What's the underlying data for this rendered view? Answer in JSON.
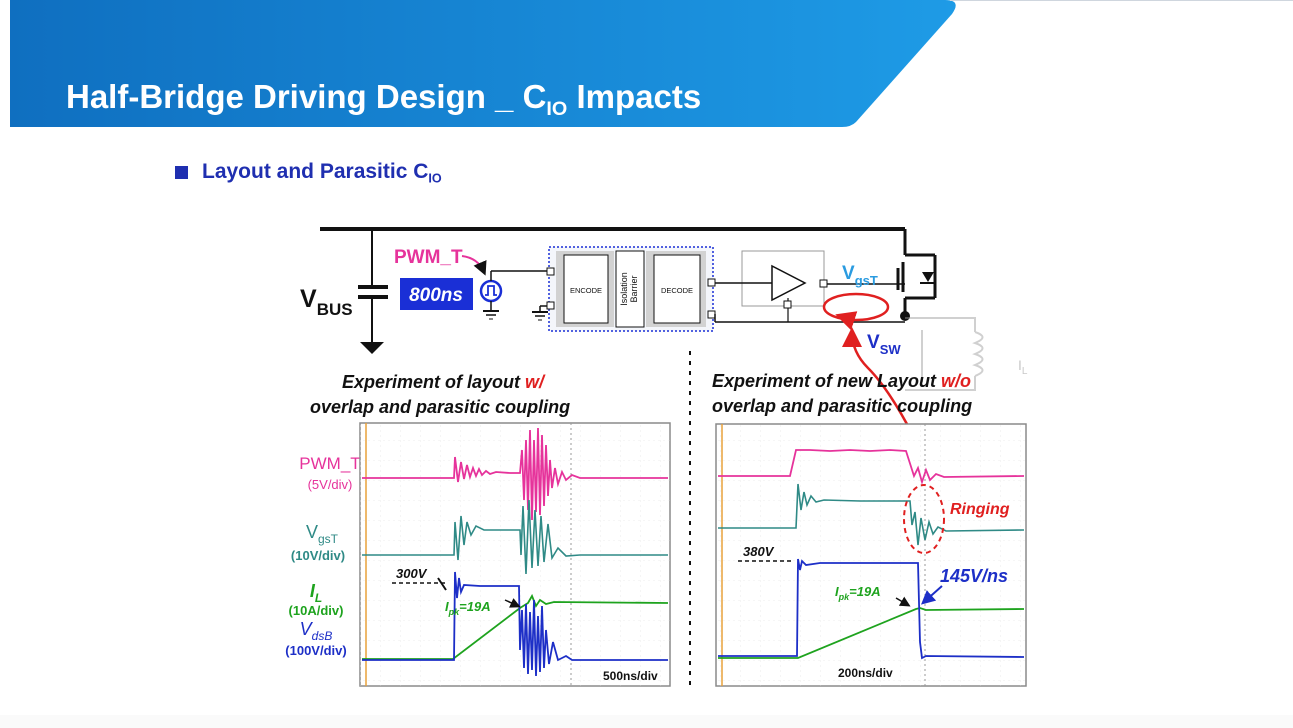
{
  "colors": {
    "banner_dark": "#0f6fc0",
    "banner_light": "#1e9be6",
    "title_text": "#ffffff",
    "bullet_blue": "#1f2fb0",
    "pwm_magenta": "#e6339b",
    "vgs_teal": "#2f8a86",
    "il_green": "#1ea31e",
    "vds_blue": "#1d2fc7",
    "ringing_red": "#e02020",
    "vgst_cyan": "#2a9be0"
  },
  "slide": {
    "title_main": "Half-Bridge Driving Design _ C",
    "title_sub": "IO",
    "title_tail": " Impacts",
    "bullet_main": "Layout and Parasitic C",
    "bullet_sub": "IO"
  },
  "schematic": {
    "vbus_label": "V",
    "vbus_sub": "BUS",
    "pwm_label": "PWM_T",
    "pulse_width": "800ns",
    "encode": "ENCODE",
    "isolation_1": "Isolation",
    "isolation_2": "Barrier",
    "decode": "DECODE",
    "vgst_label": "V",
    "vgst_sub": "gsT",
    "vsw_label": "V",
    "vsw_sub": "SW",
    "il_label": "I",
    "il_sub": "L"
  },
  "experiments": {
    "left_title_1": "Experiment of layout ",
    "left_title_w": "w/",
    "left_title_2": "overlap and parasitic coupling",
    "right_title_1": "Experiment of new Layout ",
    "right_title_wo": "w/o",
    "right_title_2": "overlap and parasitic coupling"
  },
  "legend": {
    "pwm_name": "PWM_T",
    "pwm_scale": "(5V/div)",
    "vgs_name": "V",
    "vgs_sub": "gsT",
    "vgs_scale": "(10V/div)",
    "il_name": "I",
    "il_sub": "L",
    "il_scale": "(10A/div)",
    "vds_name": "V",
    "vds_sub": "dsB",
    "vds_scale": "(100V/div)"
  },
  "scope_left": {
    "voltage_marker": "300V",
    "ipk_label": "I",
    "ipk_sub": "pk",
    "ipk_value": "=19A",
    "timebase": "500ns/div"
  },
  "scope_right": {
    "voltage_marker": "380V",
    "ipk_label": "I",
    "ipk_sub": "pk",
    "ipk_value": "=19A",
    "timebase": "200ns/div",
    "slew_rate": "145V/ns",
    "ringing": "Ringing"
  }
}
